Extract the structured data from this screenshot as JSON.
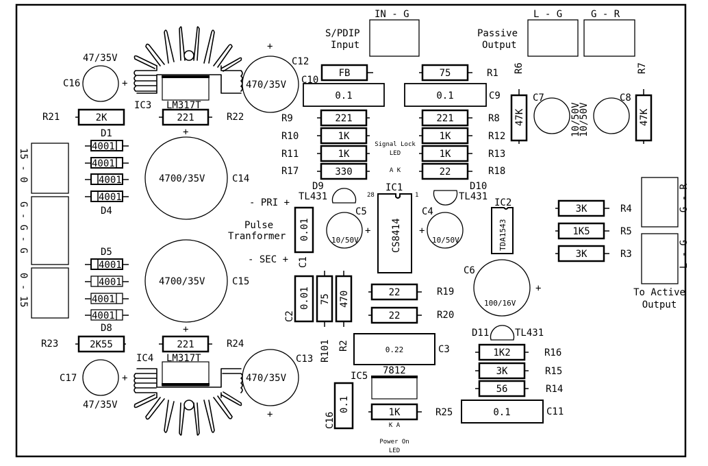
{
  "title": "Audio Power Supply & S/PDIF Receiver PCB Component Layout",
  "colors": {
    "ink": "#000000",
    "background": "#ffffff"
  },
  "connectors": {
    "spdif_in": {
      "pin_label": "IN - G",
      "caption_line1": "S/PDIP",
      "caption_line2": "Input"
    },
    "passive_lg": {
      "pin_label": "L - G"
    },
    "passive_gr": {
      "pin_label": "G - R"
    },
    "passive_caption_line1": "Passive",
    "passive_caption_line2": "Output",
    "active_gr": {
      "pin_label": "G - R"
    },
    "active_lg": {
      "pin_label": "L - G"
    },
    "active_caption_line1": "To Active",
    "active_caption_line2": "Output",
    "power_top": {
      "pin_label": "15 - 0"
    },
    "power_mid": {
      "pin_label": "G - G - G"
    },
    "power_bot": {
      "pin_label": "0 - 15"
    }
  },
  "regulators": {
    "ic3": {
      "ref": "IC3",
      "part": "LM317T"
    },
    "ic4": {
      "ref": "IC4",
      "part": "LM317T"
    },
    "ic5": {
      "ref": "IC5",
      "part": "7812"
    }
  },
  "ics": {
    "ic1": {
      "ref": "IC1",
      "part": "CS8414",
      "pin_first": "1",
      "pin_last": "28"
    },
    "ic2": {
      "ref": "IC2",
      "part": "TDA1543"
    }
  },
  "electrolytics": {
    "c16": {
      "ref": "C16",
      "value": "47/35V"
    },
    "c17": {
      "ref": "C17",
      "value": "47/35V"
    },
    "c12": {
      "ref": "C12",
      "value": "470/35V"
    },
    "c13": {
      "ref": "C13",
      "value": "470/35V"
    },
    "c14": {
      "ref": "C14",
      "value": "4700/35V"
    },
    "c15": {
      "ref": "C15",
      "value": "4700/35V"
    },
    "c7": {
      "ref": "C7",
      "value": "10/50V"
    },
    "c8": {
      "ref": "C8",
      "value": "10/50V"
    },
    "c5": {
      "ref": "C5",
      "value": "10/50V"
    },
    "c4": {
      "ref": "C4",
      "value": "10/50V"
    },
    "c6": {
      "ref": "C6",
      "value": "100/16V"
    },
    "plus": "+"
  },
  "film_caps": {
    "c10": {
      "ref": "C10",
      "value": "0.1"
    },
    "c9": {
      "ref": "C9",
      "value": "0.1"
    },
    "c1": {
      "ref": "C1",
      "value": "0.01"
    },
    "c2": {
      "ref": "C2",
      "value": "0.01"
    },
    "c3": {
      "ref": "C3",
      "value": "0.22"
    },
    "c16b": {
      "ref": "C16",
      "value": "0.1"
    },
    "c11": {
      "ref": "C11",
      "value": "0.1"
    }
  },
  "resistors": {
    "r21": {
      "ref": "R21",
      "value": "2K"
    },
    "r22": {
      "ref": "R22",
      "value": "221"
    },
    "r23": {
      "ref": "R23",
      "value": "2K55"
    },
    "r24": {
      "ref": "R24",
      "value": "221"
    },
    "fb": {
      "value": "FB"
    },
    "r1": {
      "ref": "R1",
      "value": "75"
    },
    "r9": {
      "ref": "R9",
      "value": "221"
    },
    "r10": {
      "ref": "R10",
      "value": "1K"
    },
    "r11": {
      "ref": "R11",
      "value": "1K"
    },
    "r17": {
      "ref": "R17",
      "value": "330"
    },
    "r8": {
      "ref": "R8",
      "value": "221"
    },
    "r12": {
      "ref": "R12",
      "value": "1K"
    },
    "r13": {
      "ref": "R13",
      "value": "1K"
    },
    "r18": {
      "ref": "R18",
      "value": "22"
    },
    "r6": {
      "ref": "R6",
      "value": "47K"
    },
    "r7": {
      "ref": "R7",
      "value": "47K"
    },
    "r4": {
      "ref": "R4",
      "value": "3K"
    },
    "r5": {
      "ref": "R5",
      "value": "1K5"
    },
    "r3": {
      "ref": "R3",
      "value": "3K"
    },
    "r101": {
      "ref": "R101",
      "value": "75"
    },
    "r2": {
      "ref": "R2",
      "value": "470"
    },
    "r19": {
      "ref": "R19",
      "value": "22"
    },
    "r20": {
      "ref": "R20",
      "value": "22"
    },
    "r16": {
      "ref": "R16",
      "value": "1K2"
    },
    "r15": {
      "ref": "R15",
      "value": "3K"
    },
    "r14": {
      "ref": "R14",
      "value": "56"
    },
    "r25": {
      "ref": "R25",
      "value": "1K"
    }
  },
  "diodes": {
    "part": "4001",
    "d1": "D1",
    "d4": "D4",
    "d5": "D5",
    "d8": "D8"
  },
  "tl431": {
    "part": "TL431",
    "d9": "D9",
    "d10": "D10",
    "d11": "D11"
  },
  "leds": {
    "signal_lock_line1": "Signal Lock",
    "signal_lock_line2": "LED",
    "signal_lock_pins": "A K",
    "power_on_line1": "Power On",
    "power_on_line2": "LED",
    "power_on_pins": "K A"
  },
  "transformer": {
    "pri": "- PRI +",
    "sec": "- SEC +",
    "caption_line1": "Pulse",
    "caption_line2": "Tranformer"
  }
}
